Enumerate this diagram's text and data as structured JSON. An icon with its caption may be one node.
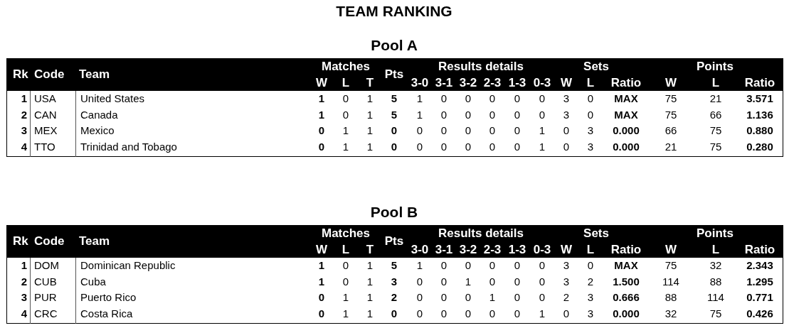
{
  "diagram": {
    "title": "TEAM RANKING",
    "labels": [
      "Pool A",
      "Rk",
      "Code",
      "Team",
      "Matches",
      "Pts",
      "Results details",
      "Sets",
      "Points",
      "W",
      "L",
      "T",
      "3-0",
      "3-1",
      "3-2",
      "2-3",
      "1-3",
      "0-3",
      "W",
      "L",
      "Ratio",
      "W",
      "L",
      "Ratio",
      "1",
      "USA",
      "United States",
      "1",
      "0",
      "1",
      "5",
      "1",
      "0",
      "0",
      "0",
      "0",
      "0",
      "3",
      "0",
      "MAX",
      "75",
      "21",
      "3.571",
      "2",
      "CAN",
      "Canada",
      "1",
      "0",
      "1",
      "5",
      "1",
      "0",
      "0",
      "0",
      "0",
      "0",
      "3",
      "0",
      "MAX",
      "75",
      "66",
      "1.136",
      "3",
      "MEX",
      "Mexico",
      "0",
      "1",
      "1",
      "0",
      "0",
      "0",
      "0",
      "0",
      "0",
      "1",
      "0",
      "3",
      "0.000",
      "66",
      "75",
      "0.880",
      "4",
      "TTO",
      "Trinidad and Tobago",
      "0",
      "1",
      "1",
      "0",
      "0",
      "0",
      "0",
      "0",
      "0",
      "1",
      "0",
      "3",
      "0.000",
      "21",
      "75",
      "0.280",
      "Pool B",
      "Rk",
      "Code",
      "Team",
      "Matches",
      "Pts",
      "Results details",
      "Sets",
      "Points",
      "W",
      "L",
      "T",
      "3-0",
      "3-1",
      "3-2",
      "2-3",
      "1-3",
      "0-3",
      "W",
      "L",
      "Ratio",
      "W",
      "L",
      "Ratio",
      "1",
      "DOM",
      "Dominican Republic",
      "1",
      "0",
      "1",
      "5",
      "1",
      "0",
      "0",
      "0",
      "0",
      "0",
      "3",
      "0",
      "MAX",
      "75",
      "32",
      "2.343",
      "2",
      "CUB",
      "Cuba",
      "1",
      "0",
      "1",
      "3",
      "0",
      "0",
      "1",
      "0",
      "0",
      "0",
      "3",
      "2",
      "1.500",
      "114",
      "88",
      "1.295",
      "3",
      "PUR",
      "Puerto Rico",
      "0",
      "1",
      "1",
      "2",
      "0",
      "0",
      "0",
      "1",
      "0",
      "0",
      "2",
      "3",
      "0.666",
      "88",
      "114",
      "0.771",
      "4",
      "CRC",
      "Costa Rica",
      "0",
      "1",
      "1",
      "0",
      "0",
      "0",
      "0",
      "0",
      "0",
      "1",
      "0",
      "3",
      "0.000",
      "32",
      "75",
      "0.426"
    ]
  }
}
